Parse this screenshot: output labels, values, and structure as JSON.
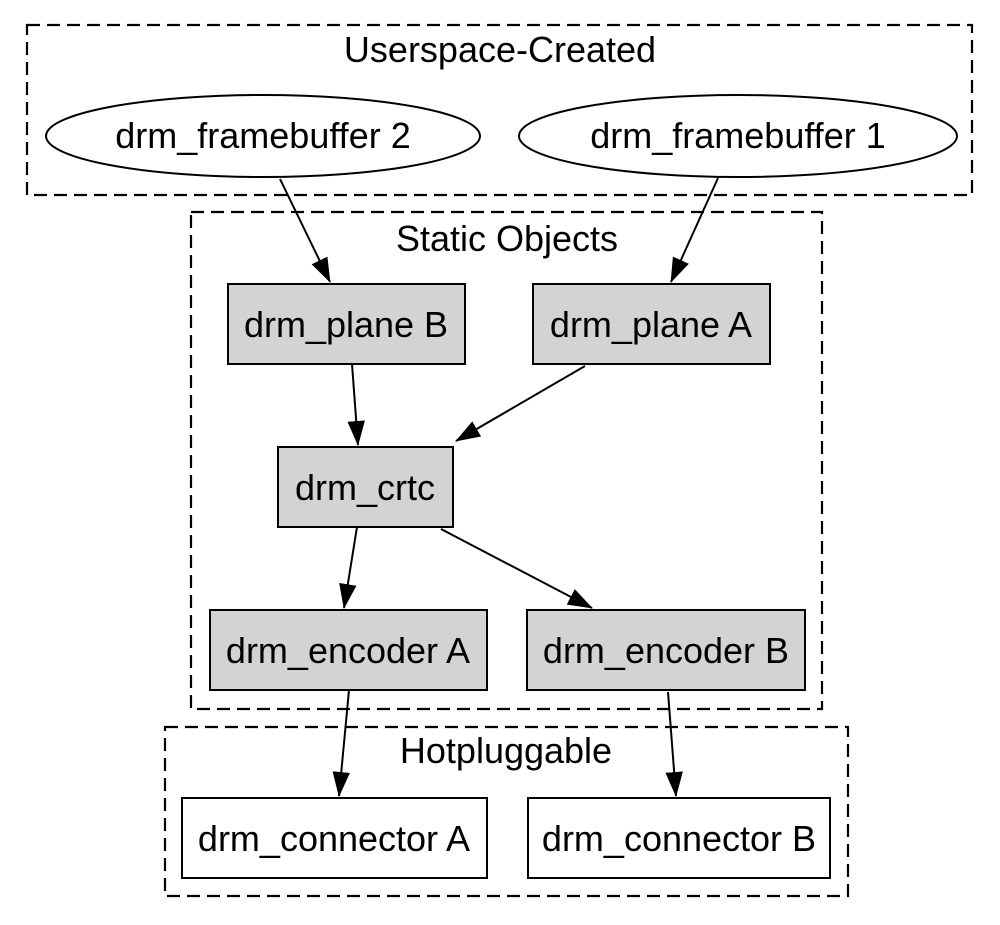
{
  "diagram": {
    "type": "graph",
    "background": "#ffffff",
    "colors": {
      "stroke": "#000000",
      "text": "#000000",
      "static_node_fill": "#d3d3d3",
      "default_node_fill": "#ffffff"
    },
    "clusters": [
      {
        "id": "userspace",
        "label": "Userspace-Created",
        "style": "dashed"
      },
      {
        "id": "static-objects",
        "label": "Static Objects",
        "style": "dashed"
      },
      {
        "id": "hotpluggable",
        "label": "Hotpluggable",
        "style": "dashed"
      }
    ],
    "nodes": [
      {
        "id": "drm_framebuffer_2",
        "label": "drm_framebuffer 2",
        "shape": "ellipse",
        "fill": "#ffffff",
        "cluster": "userspace"
      },
      {
        "id": "drm_framebuffer_1",
        "label": "drm_framebuffer 1",
        "shape": "ellipse",
        "fill": "#ffffff",
        "cluster": "userspace"
      },
      {
        "id": "drm_plane_B",
        "label": "drm_plane B",
        "shape": "box",
        "fill": "#d3d3d3",
        "cluster": "static-objects"
      },
      {
        "id": "drm_plane_A",
        "label": "drm_plane A",
        "shape": "box",
        "fill": "#d3d3d3",
        "cluster": "static-objects"
      },
      {
        "id": "drm_crtc",
        "label": "drm_crtc",
        "shape": "box",
        "fill": "#d3d3d3",
        "cluster": "static-objects"
      },
      {
        "id": "drm_encoder_A",
        "label": "drm_encoder A",
        "shape": "box",
        "fill": "#d3d3d3",
        "cluster": "static-objects"
      },
      {
        "id": "drm_encoder_B",
        "label": "drm_encoder B",
        "shape": "box",
        "fill": "#d3d3d3",
        "cluster": "static-objects"
      },
      {
        "id": "drm_connector_A",
        "label": "drm_connector A",
        "shape": "box",
        "fill": "#ffffff",
        "cluster": "hotpluggable"
      },
      {
        "id": "drm_connector_B",
        "label": "drm_connector B",
        "shape": "box",
        "fill": "#ffffff",
        "cluster": "hotpluggable"
      }
    ],
    "edges": [
      {
        "from": "drm_framebuffer 2",
        "to": "drm_plane B"
      },
      {
        "from": "drm_framebuffer 1",
        "to": "drm_plane A"
      },
      {
        "from": "drm_plane B",
        "to": "drm_crtc"
      },
      {
        "from": "drm_plane A",
        "to": "drm_crtc"
      },
      {
        "from": "drm_crtc",
        "to": "drm_encoder A"
      },
      {
        "from": "drm_crtc",
        "to": "drm_encoder B"
      },
      {
        "from": "drm_encoder A",
        "to": "drm_connector A"
      },
      {
        "from": "drm_encoder B",
        "to": "drm_connector B"
      }
    ]
  }
}
